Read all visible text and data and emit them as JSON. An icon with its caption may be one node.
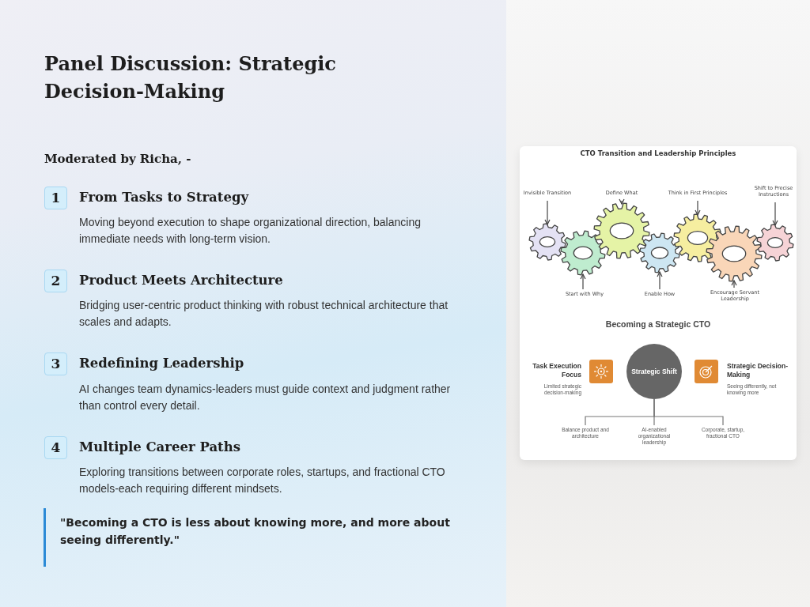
{
  "diagram": {
    "title": "Panel Discussion: Strategic Decision-Making",
    "nodes": [
      {
        "text": [
          "1"
        ],
        "beside": [
          "From Tasks to Strategy",
          "Moving beyond execution to shape organizational direction, balancing immediate needs with long-term vision."
        ]
      },
      {
        "text": [
          "2"
        ],
        "beside": [
          "Product Meets Architecture",
          "Bridging user-centric product thinking with robust technical architecture that scales and adapts."
        ]
      },
      {
        "text": [
          "3"
        ],
        "beside": [
          "Redefining Leadership",
          "AI changes team dynamics-leaders must guide context and judgment rather than control every detail."
        ]
      },
      {
        "text": [
          "4"
        ],
        "beside": [
          "Multiple Career Paths",
          "Exploring transitions between corporate roles, startups, and fractional CTO models-each requiring different mindsets."
        ]
      },
      {
        "text": [
          "Invisible Transition"
        ]
      },
      {
        "text": [
          "Define What"
        ]
      },
      {
        "text": [
          "Think in First Principles"
        ]
      },
      {
        "text": [
          "Shift to Precise Instructions"
        ]
      },
      {
        "text": [],
        "shape": "gear"
      },
      {
        "text": [],
        "shape": "gear"
      },
      {
        "text": [],
        "shape": "gear"
      },
      {
        "text": [],
        "shape": "gear"
      },
      {
        "text": [],
        "shape": "gear"
      },
      {
        "text": [],
        "shape": "gear"
      },
      {
        "text": [],
        "shape": "gear"
      },
      {
        "text": [
          "Start with Why"
        ]
      },
      {
        "text": [
          "Enable How"
        ]
      },
      {
        "text": [
          "Encourage Servant Leadership"
        ]
      },
      {
        "text": [
          "Strategic Shift"
        ]
      },
      {
        "text": [
          "Balance product and architecture"
        ]
      },
      {
        "text": [
          "AI-enabled organizational leadership"
        ]
      },
      {
        "text": [
          "Corporate, startup, fractional CTO"
        ]
      }
    ],
    "edges": [
      {
        "from": 4,
        "to": 8,
        "arrow": "to"
      },
      {
        "from": 5,
        "to": 10,
        "arrow": "to"
      },
      {
        "from": 6,
        "to": 12,
        "arrow": "to"
      },
      {
        "from": 7,
        "to": 14,
        "arrow": "to"
      },
      {
        "from": 15,
        "to": 9,
        "arrow": "to"
      },
      {
        "from": 16,
        "to": 11,
        "arrow": "to"
      },
      {
        "from": 17,
        "to": 13,
        "arrow": "to"
      },
      {
        "from": 18,
        "to": 19,
        "arrow": "none"
      },
      {
        "from": 18,
        "to": 20,
        "arrow": "none"
      },
      {
        "from": 18,
        "to": 21,
        "arrow": "none"
      }
    ],
    "labels": [
      "Moderated by Richa, -",
      "\"Becoming a CTO is less about knowing more, and more about seeing differently.\"",
      "CTO Transition and Leadership Principles",
      "Becoming a Strategic CTO",
      "Task Execution Focus",
      "Limited strategic decision-making",
      "Strategic Decision-Making",
      "Seeing differently, not knowing more"
    ]
  }
}
